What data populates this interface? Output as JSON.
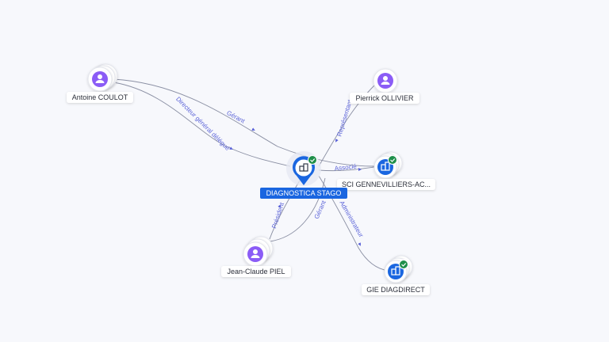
{
  "colors": {
    "person": "#8b5cf6",
    "company": "#1a66e0",
    "verified": "#1f8f4a",
    "edge": "#8a8fa3",
    "edge_label": "#5b63d8",
    "center_label_bg": "#1a66e0"
  },
  "nodes": {
    "center": {
      "label": "DIAGNOSTICA STAGO",
      "icon": "building-icon",
      "verified": true
    },
    "antoine": {
      "label": "Antoine COULOT",
      "icon": "person-icon"
    },
    "pierrick": {
      "label": "Pierrick OLLIVIER",
      "icon": "person-icon"
    },
    "sci": {
      "label": "SCI GENNEVILLIERS-AC...",
      "icon": "building-icon",
      "verified": true
    },
    "jeanclaude": {
      "label": "Jean-Claude PIEL",
      "icon": "person-icon"
    },
    "gie": {
      "label": "GIE DIAGDIRECT",
      "icon": "building-icon",
      "verified": true
    }
  },
  "edges": {
    "antoine_gerant": "Gérant",
    "antoine_dg": "Directeur général délégué",
    "pierrick_rep": "Représentant",
    "sci_associe": "Associé",
    "jc_president": "Président",
    "jc_gerant": "Gérant",
    "gie_admin": "Administrateur"
  }
}
